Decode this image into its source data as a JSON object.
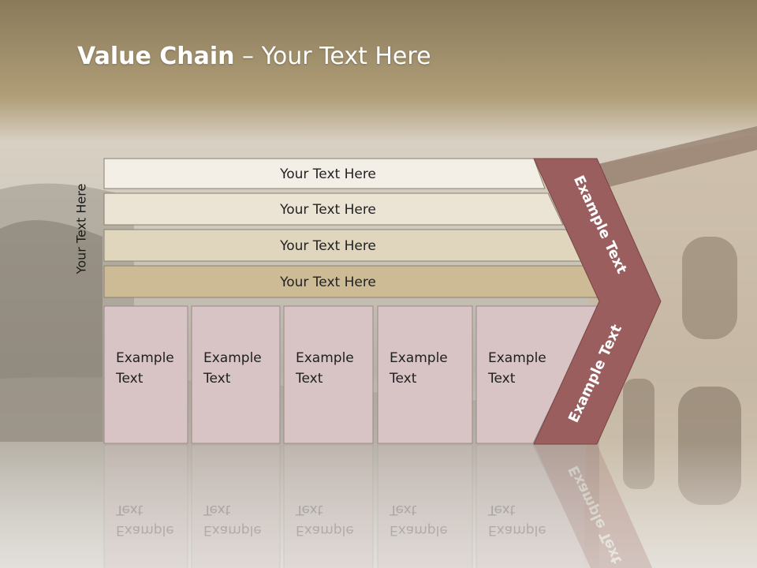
{
  "slide": {
    "title_bold": "Value Chain",
    "title_rest": " – Your Text Here",
    "side_label": "Your Text Here"
  },
  "rows": [
    {
      "label": "Your Text Here"
    },
    {
      "label": "Your Text Here"
    },
    {
      "label": "Your Text Here"
    },
    {
      "label": "Your Text Here"
    }
  ],
  "boxes": [
    {
      "line1": "Example",
      "line2": "Text"
    },
    {
      "line1": "Example",
      "line2": "Text"
    },
    {
      "line1": "Example",
      "line2": "Text"
    },
    {
      "line1": "Example",
      "line2": "Text"
    },
    {
      "line1": "Example",
      "line2": "Text"
    }
  ],
  "chevron": {
    "upper_label": "Example Text",
    "lower_label": "Example Text"
  },
  "colors": {
    "row_fills": [
      "#f3efe6",
      "#ebe3d3",
      "#e0d5bd",
      "#cdbb96"
    ],
    "box_fill": "#d8c3c5",
    "chevron_fill": "#9a5e5e",
    "title_band": "#a79672"
  }
}
